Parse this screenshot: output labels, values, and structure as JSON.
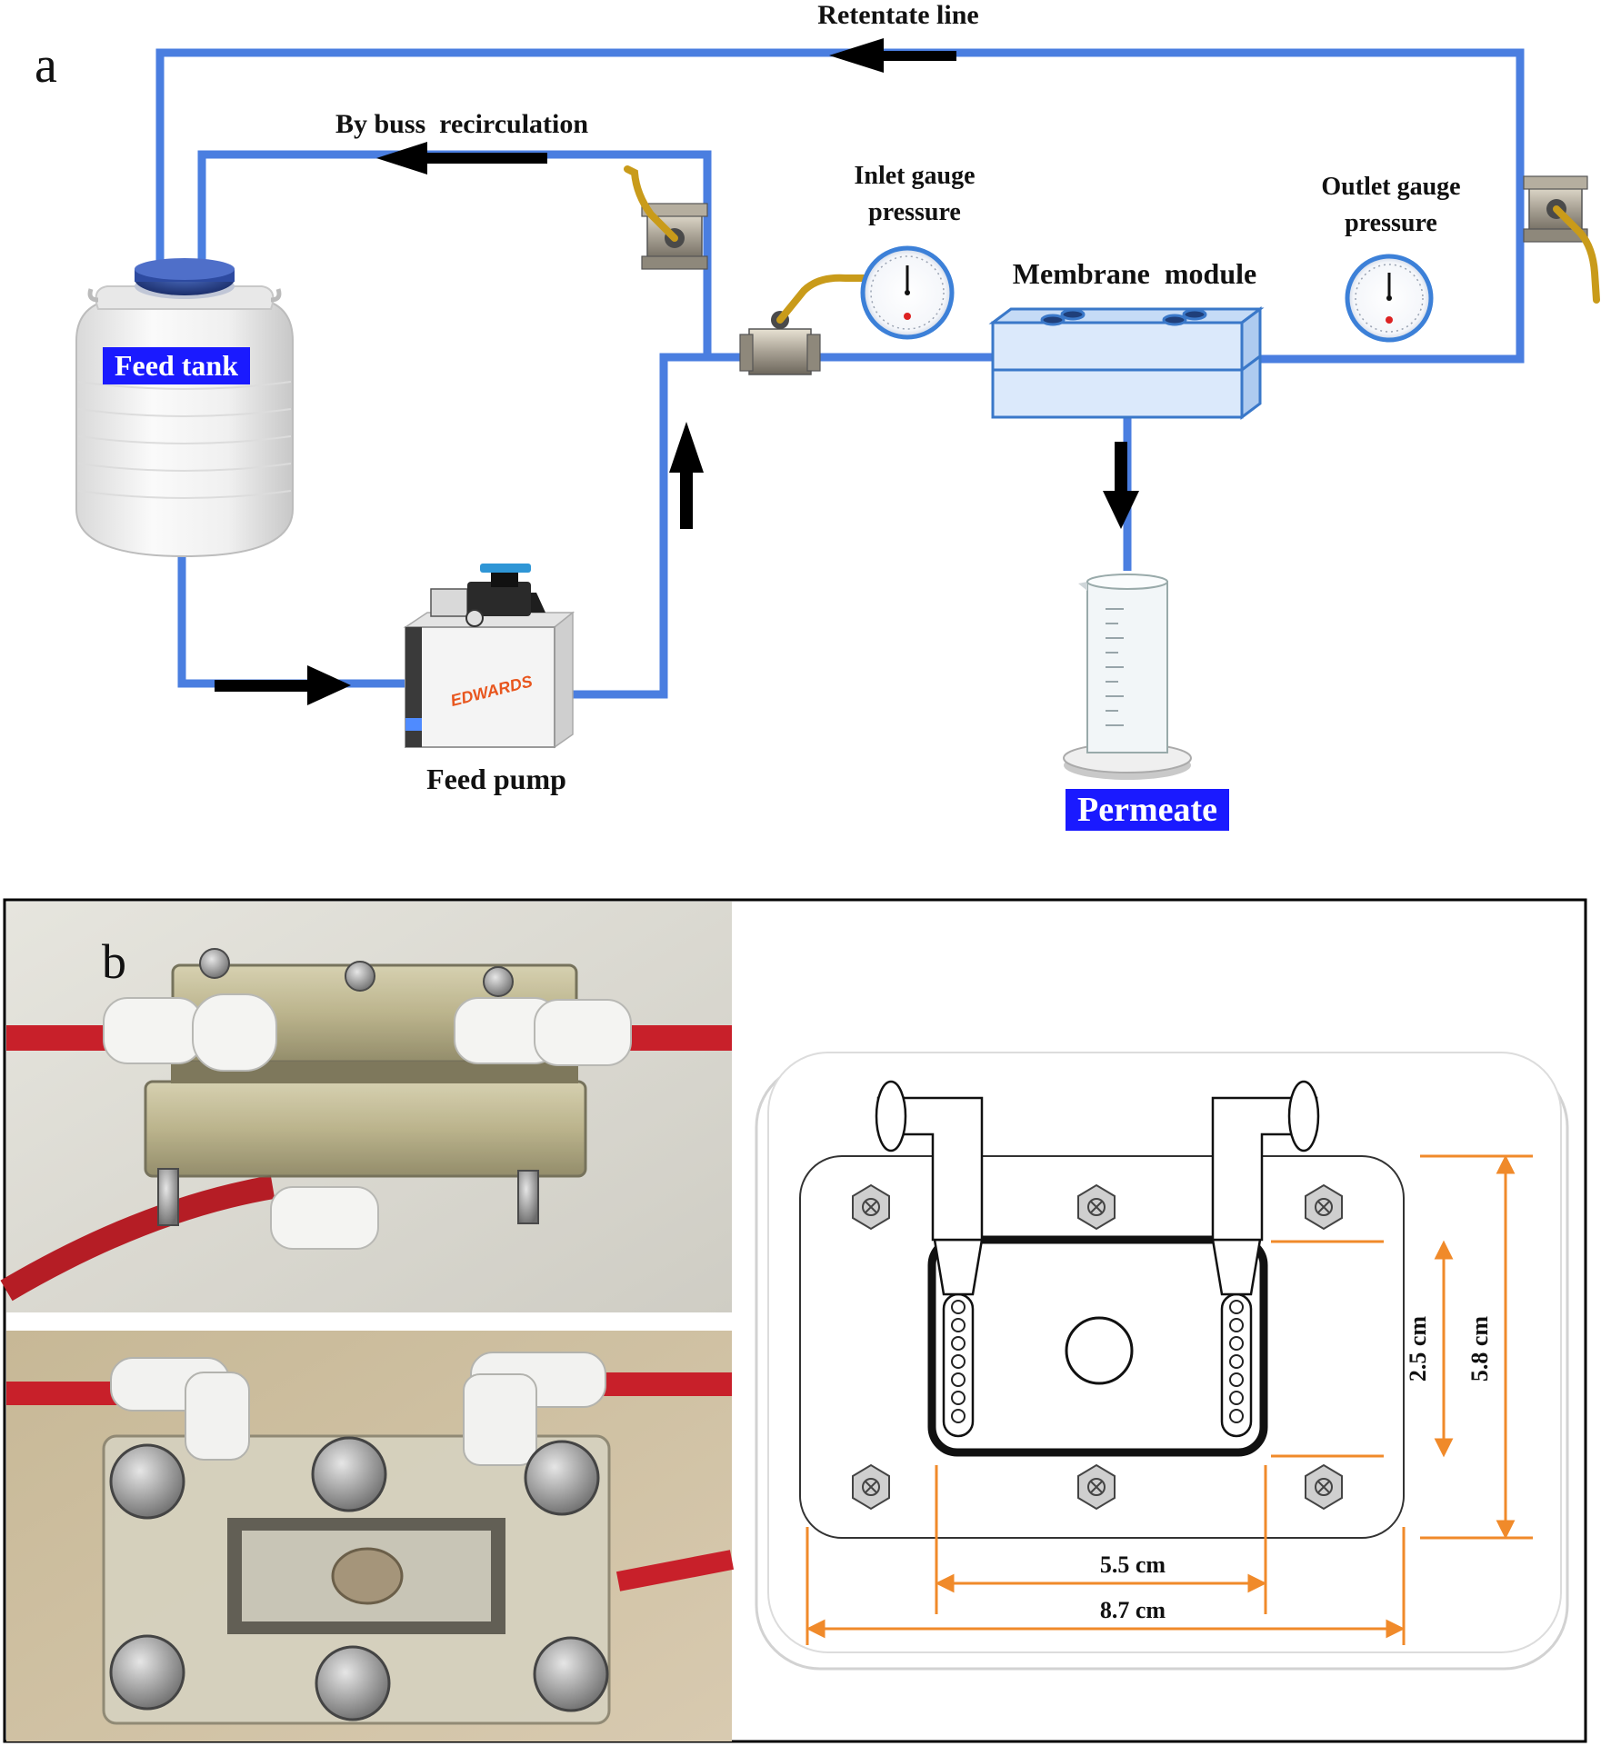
{
  "panel_a": {
    "letter": "a",
    "labels": {
      "retentate_line": "Retentate line",
      "bypass": "By buss  recirculation",
      "inlet_gauge_line1": "Inlet gauge",
      "inlet_gauge_line2": "pressure",
      "outlet_gauge_line1": "Outlet gauge",
      "outlet_gauge_line2": "pressure",
      "membrane_module": "Membrane  module",
      "feed_tank": "Feed tank",
      "feed_pump": "Feed pump",
      "pump_brand": "EDWARDS",
      "permeate": "Permeate"
    },
    "colors": {
      "pipe": "#4a7ee0",
      "arrow": "#000000",
      "label_highlight": "#1a1aff",
      "module_fill": "#dbe9fb",
      "module_stroke": "#3a78c9"
    }
  },
  "panel_b": {
    "letter": "b",
    "dimensions": {
      "inner_height": "2.5 cm",
      "outer_height": "5.8 cm",
      "inner_width": "5.5 cm",
      "outer_width": "8.7 cm"
    },
    "colors": {
      "dimension_line": "#f08a2a",
      "tubing": "#c8202a"
    }
  }
}
